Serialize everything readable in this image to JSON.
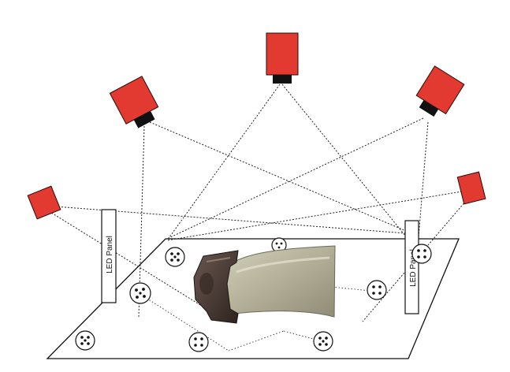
{
  "diagram": {
    "panels": [
      {
        "id": "left",
        "label": "LED Panel"
      },
      {
        "id": "right",
        "label": "LED Panel"
      }
    ],
    "colors": {
      "camera_body": "#e23a30",
      "camera_lens": "#111111",
      "platform_stroke": "#111111",
      "blade": "#b9b59e",
      "blade_root": "#4a3a33"
    },
    "icons": [
      "camera-icon",
      "marker-icon",
      "led-panel-icon",
      "turbine-blade-icon"
    ]
  }
}
